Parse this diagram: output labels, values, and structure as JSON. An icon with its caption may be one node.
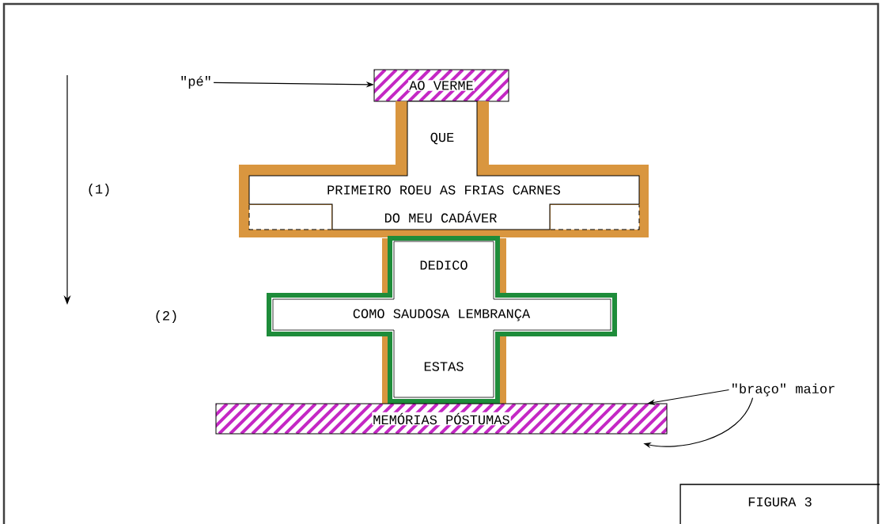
{
  "diagram": {
    "nodes": [
      {
        "text": [
          "\"pé\""
        ]
      },
      {
        "text": [
          "AO VERME"
        ]
      },
      {
        "text": [
          "QUE",
          "PRIMEIRO ROEU AS FRIAS CARNES",
          "DO MEU CADÁVER"
        ]
      },
      {
        "text": [
          "DEDICO",
          "COMO SAUDOSA LEMBRANÇA",
          "ESTAS"
        ]
      },
      {
        "text": [
          "MEMÓRIAS PÓSTUMAS"
        ]
      },
      {
        "text": [
          "\"braço\" maior"
        ]
      },
      {
        "text": [
          "FIGURA 3"
        ]
      }
    ],
    "edges": [
      {
        "from": 0,
        "to": 1,
        "arrow": "to"
      },
      {
        "from": 5,
        "to": 4,
        "arrow": "to"
      },
      {
        "from": 5,
        "to": 4,
        "arrow": "to"
      }
    ],
    "labels": [
      "(1)",
      "(2)"
    ]
  }
}
